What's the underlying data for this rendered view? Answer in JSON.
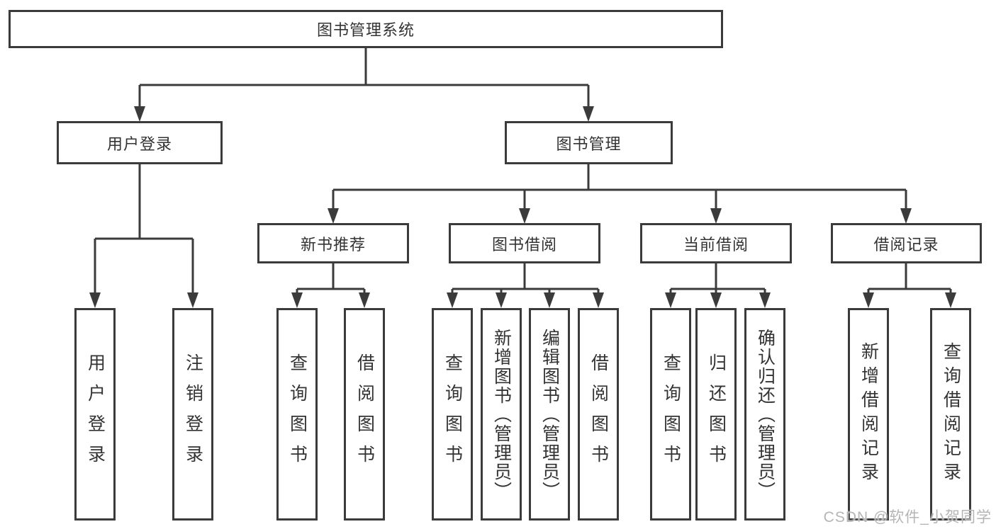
{
  "diagram_title": "图书管理系统",
  "nodes": {
    "root": "图书管理系统",
    "user_login": "用户登录",
    "book_mgmt": "图书管理",
    "login": "用户登录",
    "logout": "注销登录",
    "new_book_rec": "新书推荐",
    "book_borrow": "图书借阅",
    "current_borrow": "当前借阅",
    "borrow_record": "借阅记录",
    "nbr_query": "查询图书",
    "nbr_borrow": "借阅图书",
    "bb_query": "查询图书",
    "bb_add": "新增图书（管理员）",
    "bb_edit": "编辑图书（管理员）",
    "bb_borrow": "借阅图书",
    "cb_query": "查询图书",
    "cb_return": "归还图书",
    "cb_confirm": "确认归还（管理员）",
    "br_add": "新增借阅记录",
    "br_query": "查询借阅记录"
  },
  "structure": {
    "图书管理系统": {
      "用户登录": [
        "用户登录",
        "注销登录"
      ],
      "图书管理": {
        "新书推荐": [
          "查询图书",
          "借阅图书"
        ],
        "图书借阅": [
          "查询图书",
          "新增图书（管理员）",
          "编辑图书（管理员）",
          "借阅图书"
        ],
        "当前借阅": [
          "查询图书",
          "归还图书",
          "确认归还（管理员）"
        ],
        "借阅记录": [
          "新增借阅记录",
          "查询借阅记录"
        ]
      }
    }
  },
  "watermark": {
    "text": "CSDN @软件_小贺同学"
  },
  "colors": {
    "line": "#3b3b3b",
    "box_border": "#3b3b3b",
    "text": "#333333",
    "background": "#ffffff",
    "watermark_text": "#b5b5b5"
  }
}
